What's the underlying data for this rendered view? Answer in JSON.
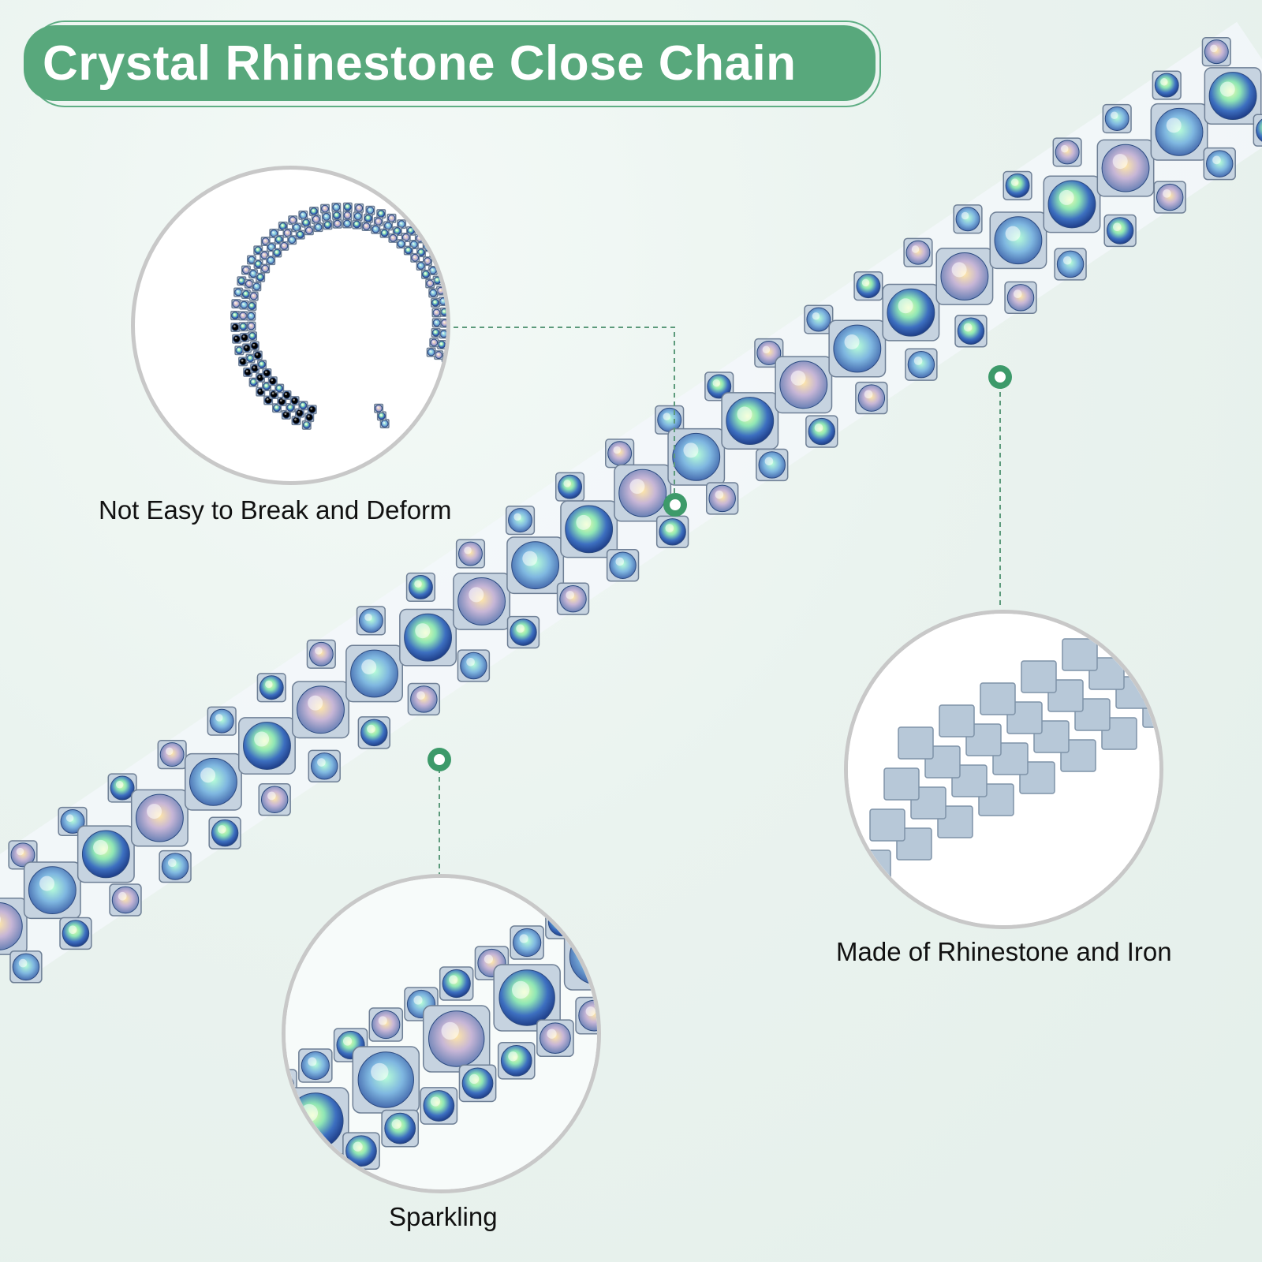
{
  "title": "Crystal Rhinestone Close Chain",
  "features": [
    {
      "caption": "Not Easy to Break and Deform"
    },
    {
      "caption": "Made of Rhinestone and Iron"
    },
    {
      "caption": "Sparkling"
    }
  ],
  "colors": {
    "accent": "#58a87c",
    "marker": "#3d9a6a",
    "metal": "#b9c8d6",
    "circle_border": "#c8c8c8"
  },
  "icons": [
    "marker-dot-icon"
  ]
}
